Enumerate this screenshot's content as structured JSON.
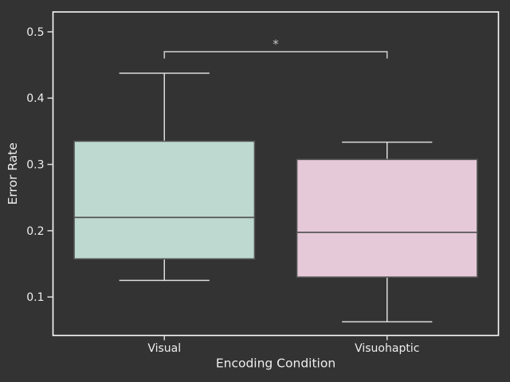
{
  "chart_data": {
    "type": "boxplot",
    "title": "",
    "xlabel": "Encoding Condition",
    "ylabel": "Error Rate",
    "categories": [
      "Visual",
      "Visuohaptic"
    ],
    "yticks": [
      0.1,
      0.2,
      0.3,
      0.4,
      0.5
    ],
    "ytick_labels": [
      "0.1",
      "0.2",
      "0.3",
      "0.4",
      "0.5"
    ],
    "ylim": [
      0.042,
      0.53
    ],
    "grid": false,
    "legend": "none",
    "series": [
      {
        "name": "Visual",
        "whisker_low": 0.125,
        "q1": 0.1575,
        "median": 0.22,
        "q3": 0.335,
        "whisker_high": 0.4375,
        "fill": "#bedad0"
      },
      {
        "name": "Visuohaptic",
        "whisker_low": 0.0625,
        "q1": 0.13,
        "median": 0.1975,
        "q3": 0.3075,
        "whisker_high": 0.3335,
        "fill": "#e6c9d9"
      }
    ],
    "annotation": {
      "label": "*",
      "y": 0.47,
      "between": [
        "Visual",
        "Visuohaptic"
      ]
    },
    "colors": {
      "background": "#333333",
      "spine": "#fbfbfb",
      "tick": "#dddddd",
      "text": "#eeeeee",
      "whisker": "#dcdcdc",
      "box_edge": "#555555",
      "median": "#565656",
      "bracket": "#c4c4c4"
    }
  }
}
